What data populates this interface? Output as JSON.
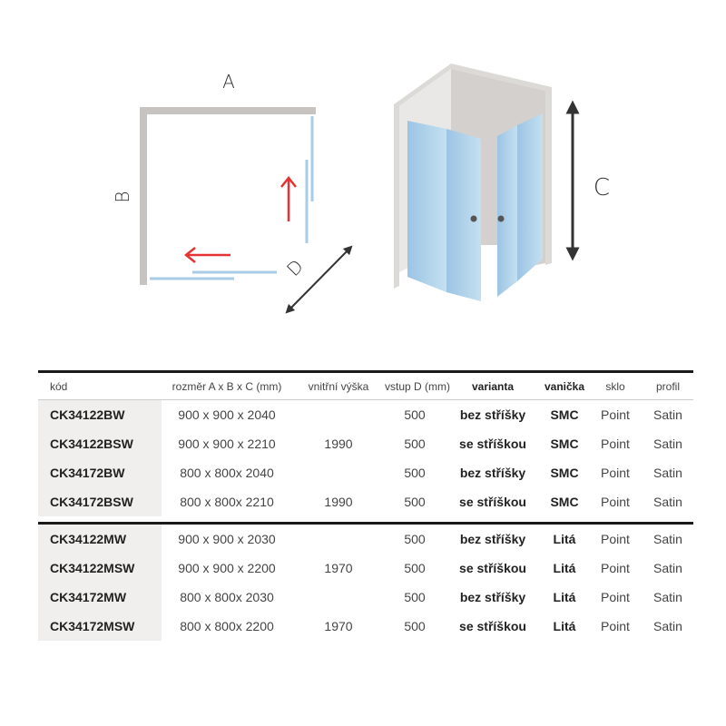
{
  "diagram": {
    "plan_labels": {
      "a": "A",
      "b": "B",
      "d": "D"
    },
    "view_labels": {
      "c": "C"
    },
    "colors": {
      "wall": "#c6c3c0",
      "glass": "#a9cbe6",
      "arrow": "#e53232",
      "dimension": "#333333"
    }
  },
  "table": {
    "headers": [
      "kód",
      "rozměr A x B x C (mm)",
      "vnitřní výška",
      "vstup D (mm)",
      "varianta",
      "vanička",
      "sklo",
      "profil"
    ],
    "groups": [
      {
        "rows": [
          [
            "CK34122BW",
            "900 x 900 x 2040",
            "",
            "500",
            "bez stříšky",
            "SMC",
            "Point",
            "Satin"
          ],
          [
            "CK34122BSW",
            "900 x 900 x 2210",
            "1990",
            "500",
            "se stříškou",
            "SMC",
            "Point",
            "Satin"
          ],
          [
            "CK34172BW",
            "800 x 800x 2040",
            "",
            "500",
            "bez stříšky",
            "SMC",
            "Point",
            "Satin"
          ],
          [
            "CK34172BSW",
            "800 x 800x 2210",
            "1990",
            "500",
            "se stříškou",
            "SMC",
            "Point",
            "Satin"
          ]
        ]
      },
      {
        "rows": [
          [
            "CK34122MW",
            "900 x 900 x 2030",
            "",
            "500",
            "bez stříšky",
            "Litá",
            "Point",
            "Satin"
          ],
          [
            "CK34122MSW",
            "900 x 900 x 2200",
            "1970",
            "500",
            "se stříškou",
            "Litá",
            "Point",
            "Satin"
          ],
          [
            "CK34172MW",
            "800 x 800x 2030",
            "",
            "500",
            "bez stříšky",
            "Litá",
            "Point",
            "Satin"
          ],
          [
            "CK34172MSW",
            "800 x 800x 2200",
            "1970",
            "500",
            "se stříškou",
            "Litá",
            "Point",
            "Satin"
          ]
        ]
      }
    ]
  }
}
